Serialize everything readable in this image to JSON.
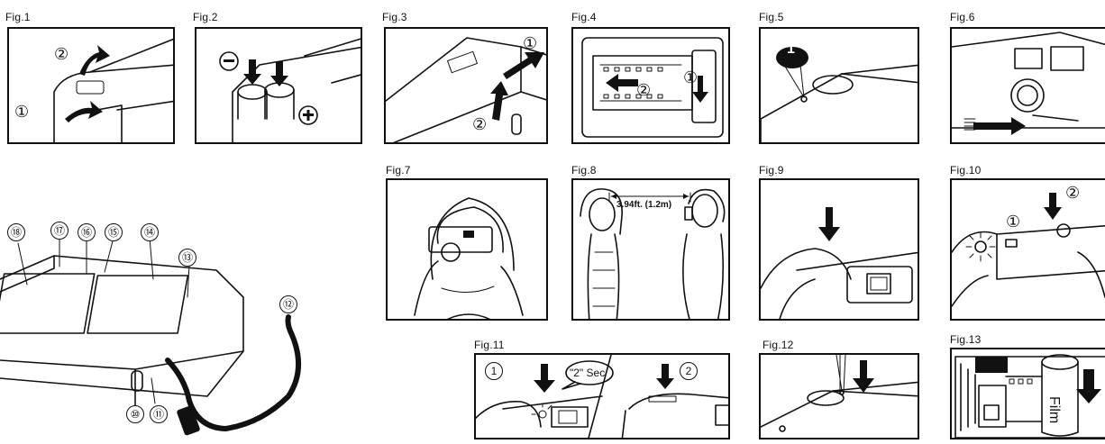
{
  "figures": {
    "fig1": {
      "caption": "Fig.1",
      "step1": "①",
      "step2": "②"
    },
    "fig2": {
      "caption": "Fig.2",
      "minus": "−",
      "plus": "+"
    },
    "fig3": {
      "caption": "Fig.3",
      "step1": "①",
      "step2": "②"
    },
    "fig4": {
      "caption": "Fig.4",
      "step1": "①",
      "step2": "②"
    },
    "fig5": {
      "caption": "Fig.5",
      "step1": "1"
    },
    "fig6": {
      "caption": "Fig.6"
    },
    "fig7": {
      "caption": "Fig.7"
    },
    "fig8": {
      "caption": "Fig.8",
      "distance": "3.94ft. (1.2m)"
    },
    "fig9": {
      "caption": "Fig.9"
    },
    "fig10": {
      "caption": "Fig.10",
      "step1": "①",
      "step2": "②"
    },
    "fig11": {
      "caption": "Fig.11",
      "step1": "1",
      "step2": "2",
      "bubble": "\"2\" Sec"
    },
    "fig12": {
      "caption": "Fig.12"
    },
    "fig13": {
      "caption": "Fig.13",
      "film": "Film"
    }
  },
  "parts_diagram": {
    "callouts": [
      "⑱",
      "⑰",
      "⑯",
      "⑮",
      "⑭",
      "⑬",
      "⑫",
      "⑩",
      "⑪"
    ]
  }
}
